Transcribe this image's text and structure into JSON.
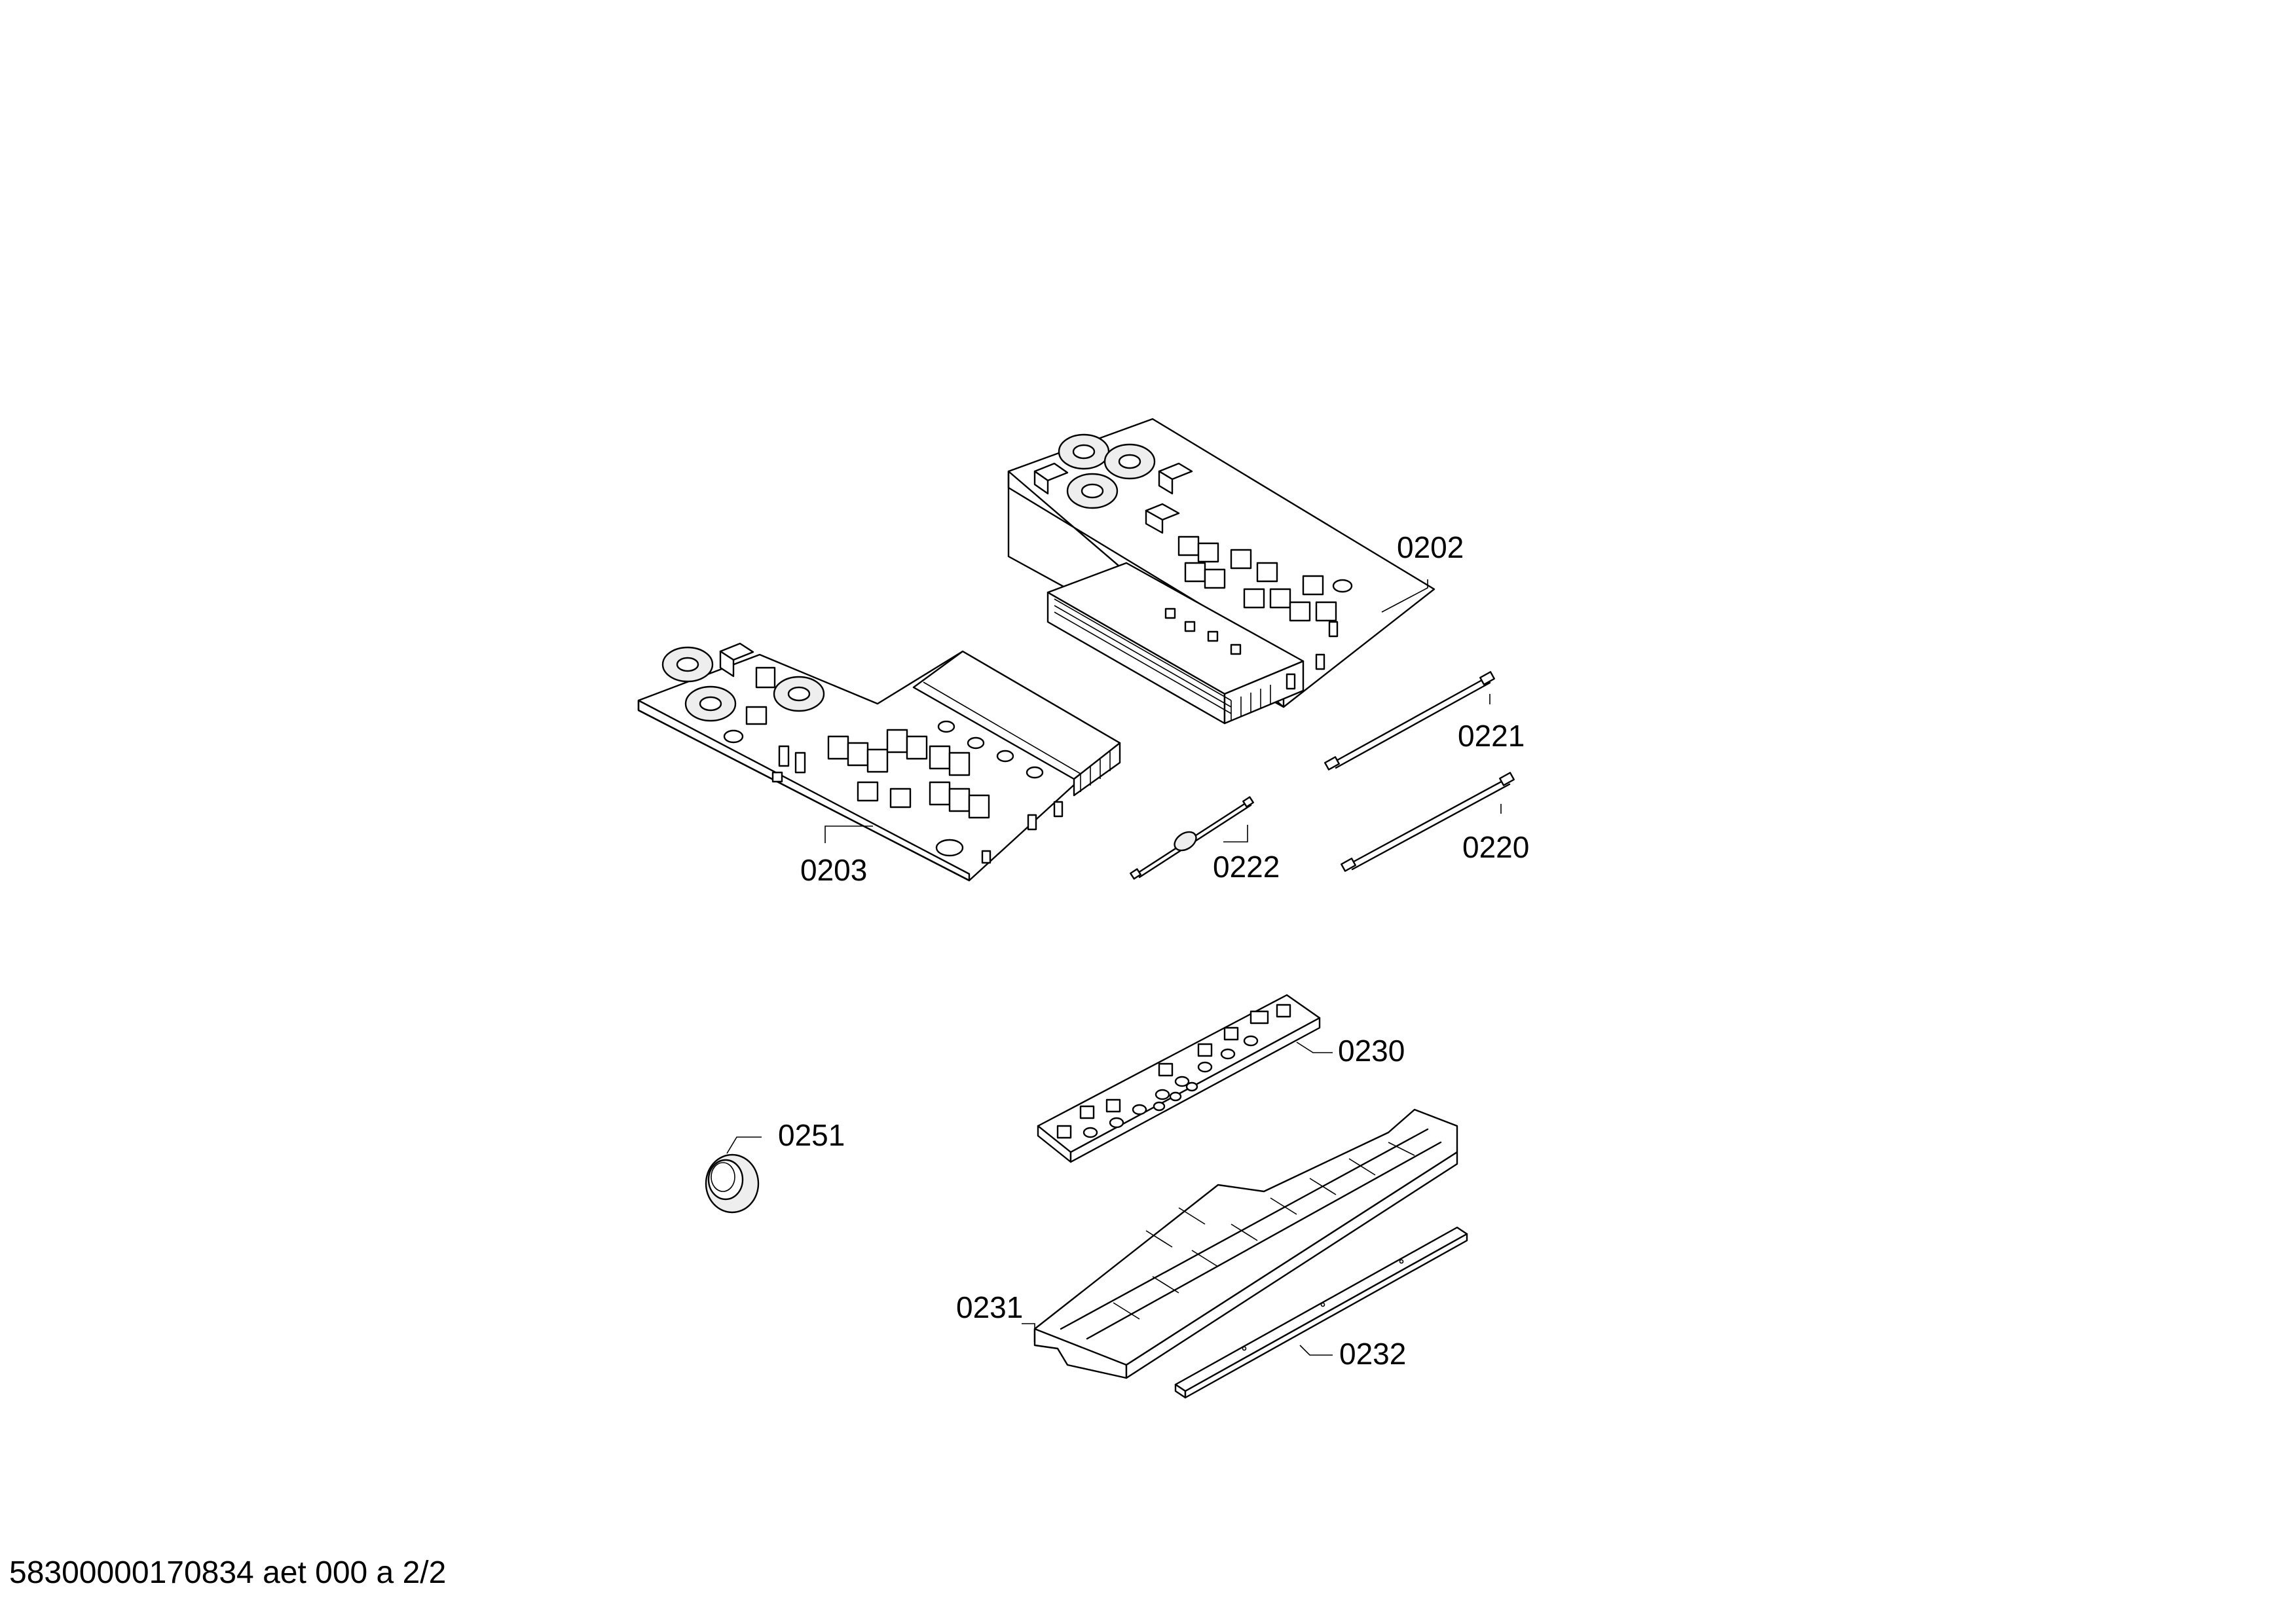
{
  "callouts": {
    "p0202": "0202",
    "p0203": "0203",
    "p0221": "0221",
    "p0220": "0220",
    "p0222": "0222",
    "p0230": "0230",
    "p0251": "0251",
    "p0231": "0231",
    "p0232": "0232"
  },
  "footer": {
    "doc_code": "58300000170834 aet 000 a 2/2"
  }
}
